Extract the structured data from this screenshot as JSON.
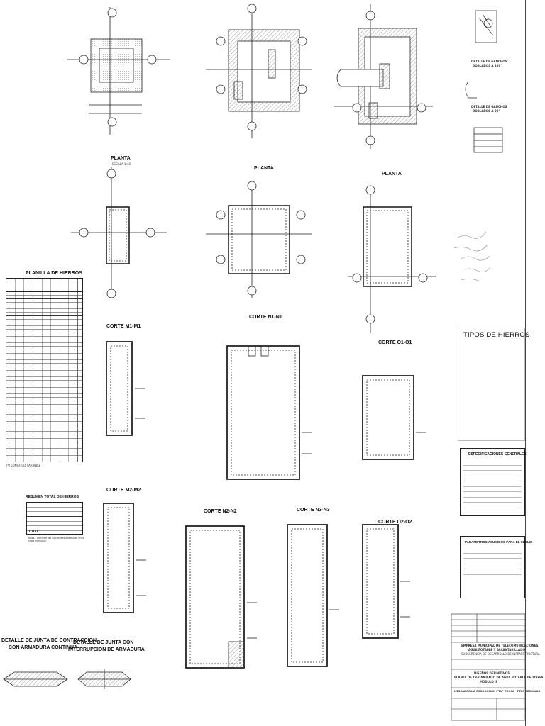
{
  "sheet": {
    "plan_labels": [
      "PLANTA",
      "PLANTA",
      "PLANTA"
    ],
    "section_labels": [
      "CORTE M1-M1",
      "CORTE N1-N1",
      "CORTE O1-O1",
      "CORTE M2-M2",
      "CORTE N2-N2",
      "CORTE N3-N3",
      "CORTE O2-O2"
    ],
    "scale_note": "ESCALA 1:40",
    "schedule_title": "PLANILLA DE HIERROS",
    "schedule_note": "(*) LONGITUD VARIABLE",
    "summary_title": "RESUMEN TOTAL DE HIERROS",
    "summary_total_label": "TOTAL",
    "summary_note": "Nota.- Se tiene las siguientes aberturas en la capa principal.",
    "rebar_types_title": "TIPOS DE HIERROS",
    "specs_title": "ESPECIFICACIONES GENERALES",
    "soil_title": "PARAMETROS ASUMIDOS PARA EL SUELO",
    "joint_detail_1": [
      "DETALLE DE JUNTA DE CONTRACCION",
      "CON ARMADURA CONTINUA"
    ],
    "joint_detail_2": [
      "DETALLE DE JUNTA CON",
      "INTERRUPCION DE ARMADURA"
    ],
    "hook_detail_1": [
      "DETALLE DE GANCHOS",
      "DOBLADOS A 180°"
    ],
    "hook_detail_2": [
      "DETALLE DE GANCHOS",
      "DOBLADOS A 90°"
    ],
    "title_block": {
      "org": [
        "EMPRESA MUNICIPAL DE TELECOMUNICACIONES,",
        "AGUA POTABLE Y ALCANTARILLADO",
        "SUBGERENCIA DE DESARROLLO DE INFRAESTRUCTURA"
      ],
      "project": [
        "DISEÑOS DEFINITIVOS",
        "PLANTA DE TRATAMIENTO DE AGUA POTABLE DE TOGSA",
        "MODULO II"
      ],
      "drawing": "MESCADORA A CONDUCCION PTAP TOGSA - PTAP CEBOLLAR"
    }
  },
  "colors": {
    "ink": "#111111",
    "paper": "#ffffff",
    "hatch": "#9a9a9a"
  }
}
